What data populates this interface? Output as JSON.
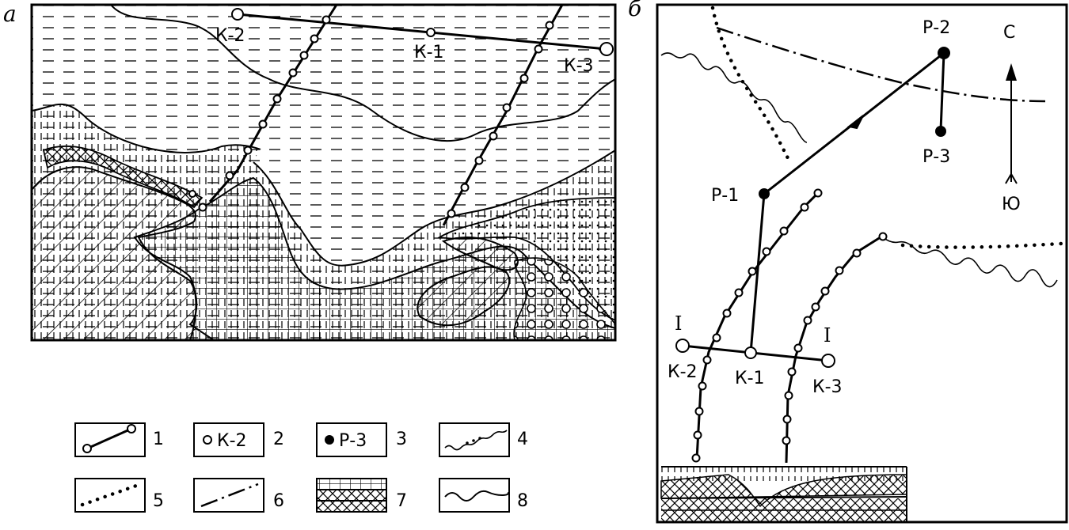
{
  "panels": {
    "a": {
      "letter": "a",
      "labels": {
        "k2": "К-2",
        "k1": "К-1",
        "k3": "К-3"
      }
    },
    "b": {
      "letter": "б",
      "labels": {
        "p1": "Р-1",
        "p2": "Р-2",
        "p3": "Р-3",
        "k1": "К-1",
        "k2": "К-2",
        "k3": "К-3",
        "i_left": "I",
        "i_right": "I",
        "north": "С",
        "south": "Ю"
      }
    }
  },
  "legend": [
    {
      "num": "1",
      "text": ""
    },
    {
      "num": "2",
      "text": "К-2"
    },
    {
      "num": "3",
      "text": "Р-3"
    },
    {
      "num": "4",
      "text": ""
    },
    {
      "num": "5",
      "text": ""
    },
    {
      "num": "6",
      "text": ""
    },
    {
      "num": "7",
      "text": ""
    },
    {
      "num": "8",
      "text": ""
    }
  ]
}
